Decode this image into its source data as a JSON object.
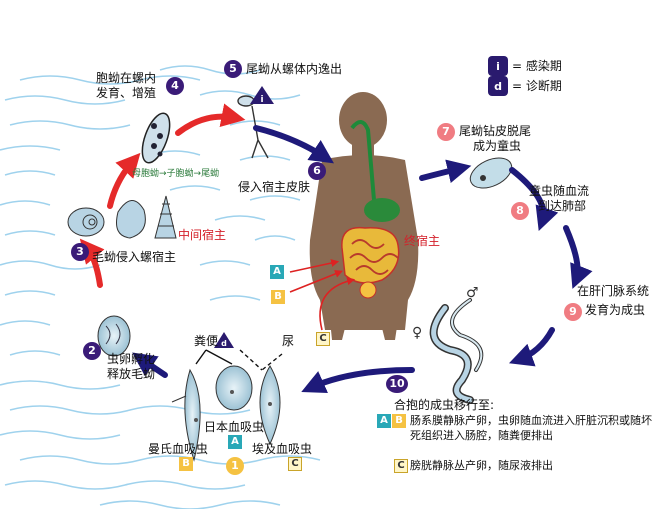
{
  "legend": {
    "infective": "= 感染期",
    "diagnostic": "= 诊断期",
    "i_symbol": "i",
    "d_symbol": "d"
  },
  "steps": {
    "s1": "1",
    "s2": "2",
    "s3": "3",
    "s4": "4",
    "s5": "5",
    "s6": "6",
    "s7": "7",
    "s8": "8",
    "s9": "9",
    "s10": "10"
  },
  "labels": {
    "step4": [
      "胞蚴在螺内",
      "发育、增殖"
    ],
    "step5": "尾蚴从螺体内逸出",
    "step6": "侵入宿主皮肤",
    "step7": [
      "尾蚴钻皮脱尾",
      "成为童虫"
    ],
    "step8": [
      "童虫随血流",
      "到达肺部"
    ],
    "step9": [
      "在肝门脉系统",
      "发育为成虫"
    ],
    "step10": "合抱的成虫移行至:",
    "step10_ab": [
      "肠系膜静脉产卵，虫卵随血流进入肝脏沉积或随坏",
      "死组织进入肠腔，随粪便排出"
    ],
    "step10_c": "膀胱静脉丛产卵，随尿液排出",
    "step3": "毛蚴侵入螺宿主",
    "step2": [
      "虫卵孵化",
      "释放毛蚴"
    ],
    "intermediate_host": "中间宿主",
    "definitive_host": "终宿主",
    "sporocyst_chain": "母胞蚴→子胞蚴→尾蚴",
    "feces": "粪便",
    "urine": "尿",
    "egg_mansoni": "曼氏血吸虫",
    "egg_japonicum": "日本血吸虫",
    "egg_haematobium": "埃及血吸虫",
    "male": "♂",
    "female": "♀"
  },
  "species_codes": {
    "a": "A",
    "b": "B",
    "c": "C"
  },
  "colors": {
    "infective_arrow": "#e52a2a",
    "diagnostic_arrow": "#1e1a7a",
    "step_dark": "#3a1b78",
    "step_pink": "#f07c82",
    "species_a": "#29a8b7",
    "species_b": "#f5c242",
    "species_c": "#fff6c8",
    "water": "#7fc6e8",
    "body": "#8a6a52"
  }
}
